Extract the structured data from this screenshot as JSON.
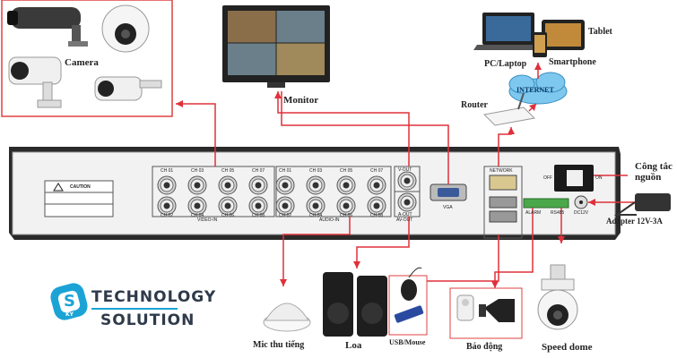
{
  "labels": {
    "camera": "Camera",
    "monitor": "Monitor",
    "pc_laptop": "PC/Laptop",
    "smartphone": "Smartphone",
    "tablet": "Tablet",
    "router": "Router",
    "internet": "INTERNET",
    "power_switch": "Công tắc\nnguồn",
    "adapter": "Adapter 12V-3A",
    "mic": "Mic thu tiếng",
    "speaker": "Loa",
    "usb_mouse": "USB/Mouse",
    "alarm": "Báo động",
    "speed_dome": "Speed dome"
  },
  "panel": {
    "caution": "CAUTION",
    "video_in_top": [
      "CH 01",
      "CH 03",
      "CH 05",
      "CH 07"
    ],
    "video_in_bottom": [
      "CH 02",
      "CH 04",
      "CH 06",
      "CH 08"
    ],
    "video_in_label": "VIDEO-IN",
    "audio_in_top": [
      "CH 01",
      "CH 03",
      "CH 05",
      "CH 07"
    ],
    "audio_in_bottom": [
      "CH 02",
      "CH 04",
      "CH 06",
      "CH 08"
    ],
    "audio_in_label": "AUDIO-IN",
    "v_out": "V-OUT",
    "a_out": "A-OUT",
    "av_out": "AV-OUT",
    "vga": "VGA",
    "network": "NETWORK",
    "alarm": "ALARM",
    "rs485": "RS485",
    "dc12v": "DC12V",
    "off": "OFF",
    "on": "ON"
  },
  "logo": {
    "line1": "TECHNOLOGY",
    "line2": "SOLUTION",
    "mark_letters": "S",
    "mark_sub": "KY"
  },
  "colors": {
    "arrow": "#e0303a",
    "panel": "#f2f2f2",
    "logo_blue": "#1ba3d6",
    "logo_dark": "#2f3a4a"
  }
}
